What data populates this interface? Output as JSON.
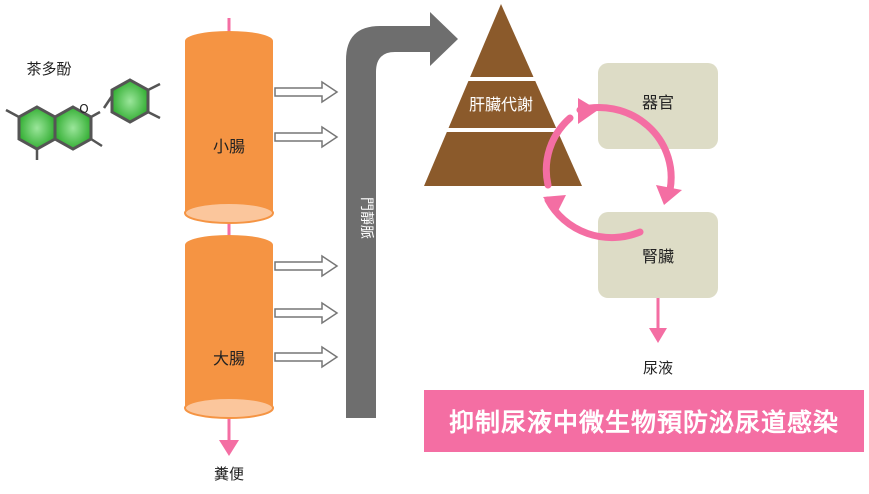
{
  "compound_label": "茶多酚",
  "oxygen_atom": "O",
  "small_intestine": "小腸",
  "large_intestine": "大腸",
  "feces": "糞便",
  "portal_vein": "門靜脈",
  "liver_metabolism": "肝臟代謝",
  "organ": "器官",
  "kidney": "腎臟",
  "urine": "尿液",
  "banner": "抑制尿液中微生物預防泌尿道感染",
  "colors": {
    "intestine": "#f59443",
    "intestine_light": "#fbc69c",
    "pink": "#f46ea3",
    "vein": "#6e6e6e",
    "liver": "#8b5a2b",
    "box": "#dddcc6",
    "ring_green": "#3dbb3d",
    "ring_stroke": "#555555"
  },
  "icons": {
    "molecule": "polyphenol-structure-icon",
    "arrow": "outline-arrow-icon"
  }
}
